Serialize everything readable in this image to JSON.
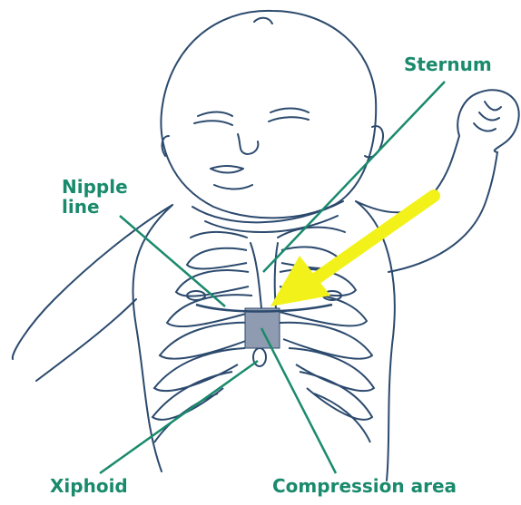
{
  "labels": {
    "sternum": "Sternum",
    "nipple_line_1": "Nipple",
    "nipple_line_2": "line",
    "xiphoid": "Xiphoid",
    "compression_area": "Compression area"
  },
  "colors": {
    "outline": "#2c4a6e",
    "label_text": "#1a8a6c",
    "pointer_line": "#1a8a6c",
    "arrow": "#f2f21a",
    "compression_fill": "#8f9bb0",
    "background": "#ffffff"
  }
}
